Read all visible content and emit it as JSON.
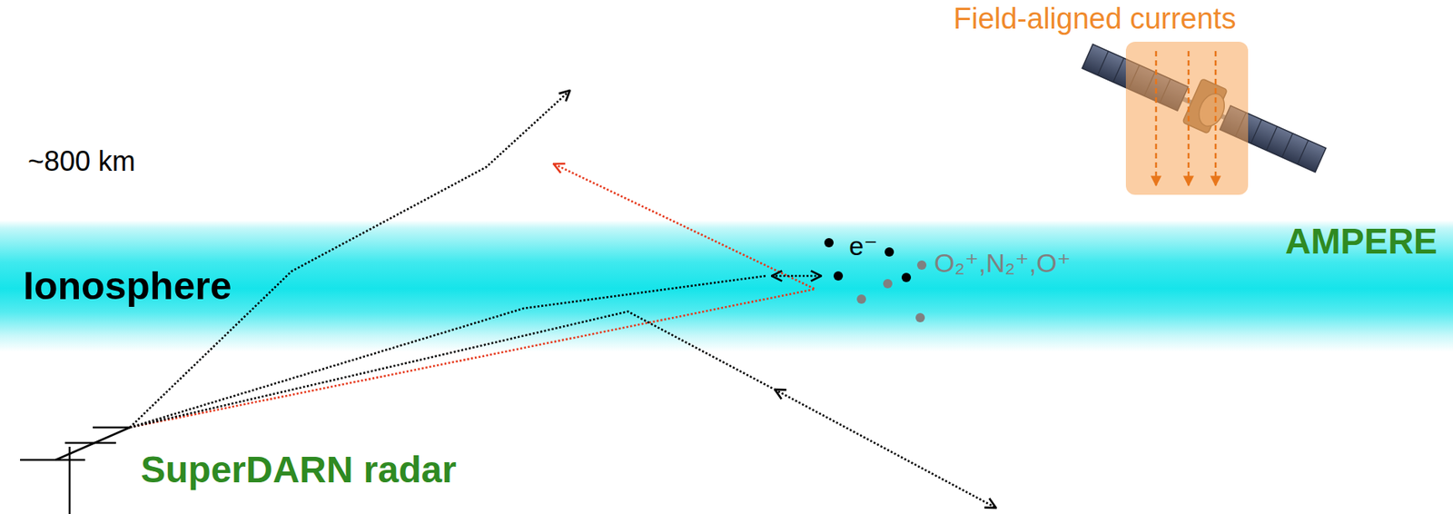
{
  "diagram": {
    "nodes": [
      {
        "text": [
          "Ionosphere"
        ]
      },
      {
        "text": [
          "Field-aligned currents"
        ]
      }
    ],
    "labels": [
      "~800 km",
      "e⁻",
      "O₂⁺,N₂⁺,O⁺",
      "SuperDARN radar",
      "AMPERE"
    ]
  }
}
